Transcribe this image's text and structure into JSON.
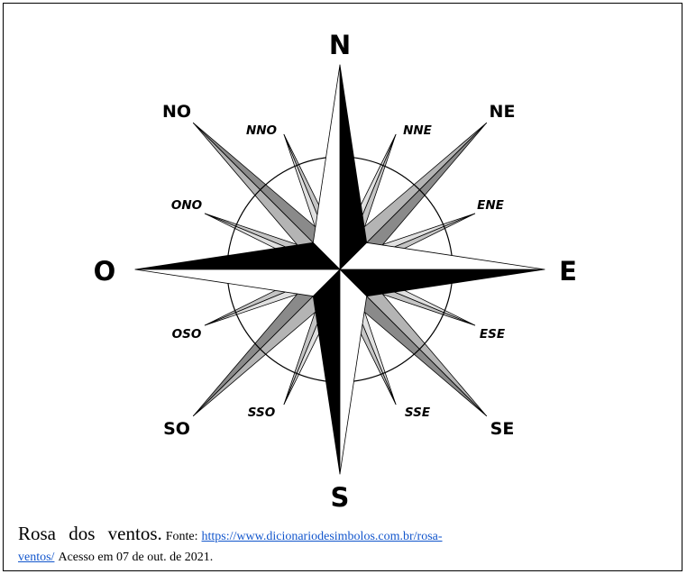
{
  "compass": {
    "cardinal": {
      "north": "N",
      "east": "E",
      "south": "S",
      "west": "O"
    },
    "intercardinal": {
      "northeast": "NE",
      "southeast": "SE",
      "southwest": "SO",
      "northwest": "NO"
    },
    "secondary": {
      "nne": "NNE",
      "ene": "ENE",
      "ese": "ESE",
      "sse": "SSE",
      "sso": "SSO",
      "oso": "OSO",
      "ono": "ONO",
      "nno": "NNO"
    },
    "colors": {
      "cardinal_dark": "#000000",
      "cardinal_light": "#ffffff",
      "intercardinal_dark": "#8a8a8a",
      "intercardinal_light": "#b4b4b4",
      "secondary_dark": "#c4c4c4",
      "secondary_light": "#e0e0e0"
    }
  },
  "caption": {
    "title": "Rosa dos ventos.",
    "source_label": "Fonte:",
    "url_line1": "https://www.dicionariodesimbolos.com.br/rosa-",
    "url_line2": "ventos/",
    "access": "Acesso em 07 de out. de 2021."
  }
}
